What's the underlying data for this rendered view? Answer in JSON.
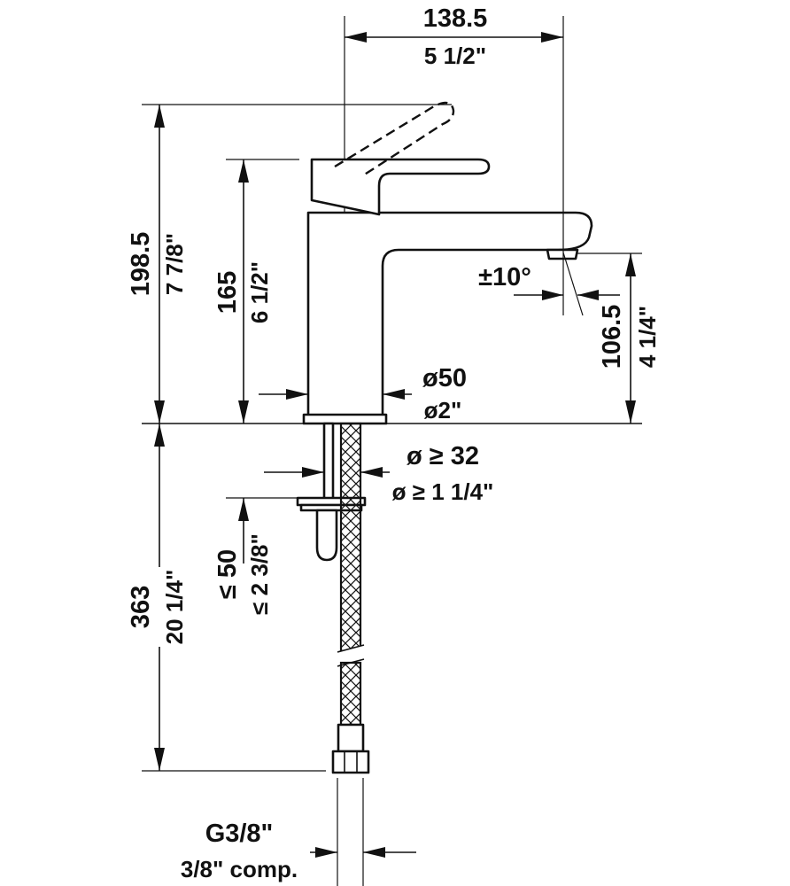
{
  "dimensions": {
    "width_mm": "138.5",
    "width_in": "5 1/2\"",
    "total_height_mm": "198.5",
    "total_height_in": "7 7/8\"",
    "body_height_mm": "165",
    "body_height_in": "6 1/2\"",
    "spout_height_mm": "106.5",
    "spout_height_in": "4 1/4\"",
    "swivel_angle": "±10°",
    "body_diameter_mm": "ø50",
    "body_diameter_in": "ø2\"",
    "hole_diameter_mm": "ø ≥ 32",
    "hole_diameter_in": "ø ≥ 1 1/4\"",
    "deck_thickness_mm": "≤ 50",
    "deck_thickness_in": "≤ 2 3/8\"",
    "hose_length_mm": "363",
    "hose_length_in": "20 1/4\"",
    "connection_thread": "G3/8\"",
    "connection_type": "3/8\" comp."
  }
}
